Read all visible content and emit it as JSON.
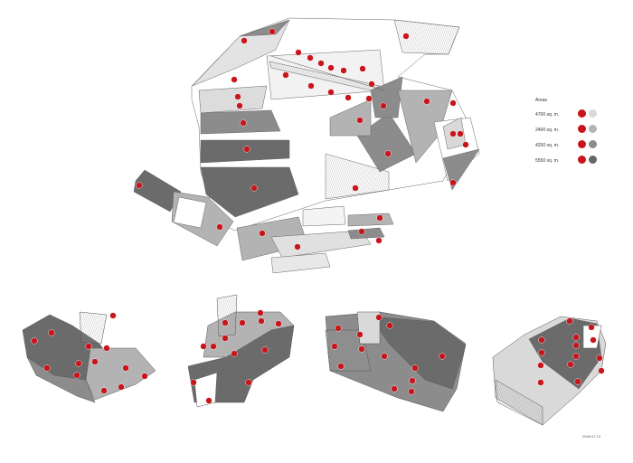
{
  "legend": {
    "title": "Areas",
    "items": [
      {
        "label": "4700 sq. m.",
        "color": "#d9d9d9"
      },
      {
        "label": "2400 sq. m.",
        "color": "#b3b3b3"
      },
      {
        "label": "4250 sq. m.",
        "color": "#8c8c8c"
      },
      {
        "label": "5550 sq. m.",
        "color": "#666666"
      }
    ]
  },
  "marker_color": "#c8151b",
  "date_text": "2008 07 13"
}
